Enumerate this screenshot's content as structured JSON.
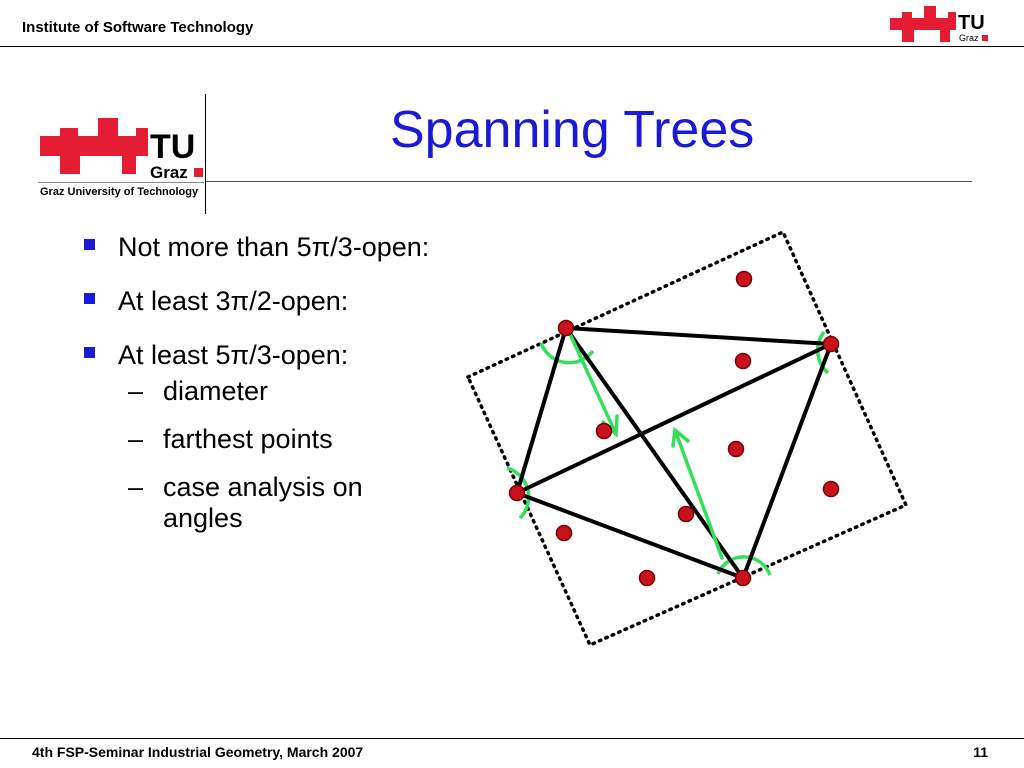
{
  "header": {
    "institute": "Institute of Software Technology",
    "logo_small_text": "TU",
    "logo_small_sub": "Graz"
  },
  "logo": {
    "tu": "TU",
    "graz": "Graz",
    "university": "Graz University of Technology"
  },
  "slide": {
    "title": "Spanning Trees",
    "bullets": [
      "Not more than 5π/3-open:",
      "At least 3π/2-open:",
      "At least 5π/3-open:"
    ],
    "subbullets": [
      "diameter",
      "farthest points",
      "case analysis on angles"
    ],
    "dash": "–"
  },
  "footer": {
    "event": "4th FSP-Seminar Industrial Geometry, March 2007",
    "page_number": "11"
  },
  "colors": {
    "title_blue": "#1a1ad6",
    "logo_red": "#e41d35",
    "point_red": "#c8121e",
    "arc_green": "#33e05a",
    "edge_black": "#000000"
  }
}
